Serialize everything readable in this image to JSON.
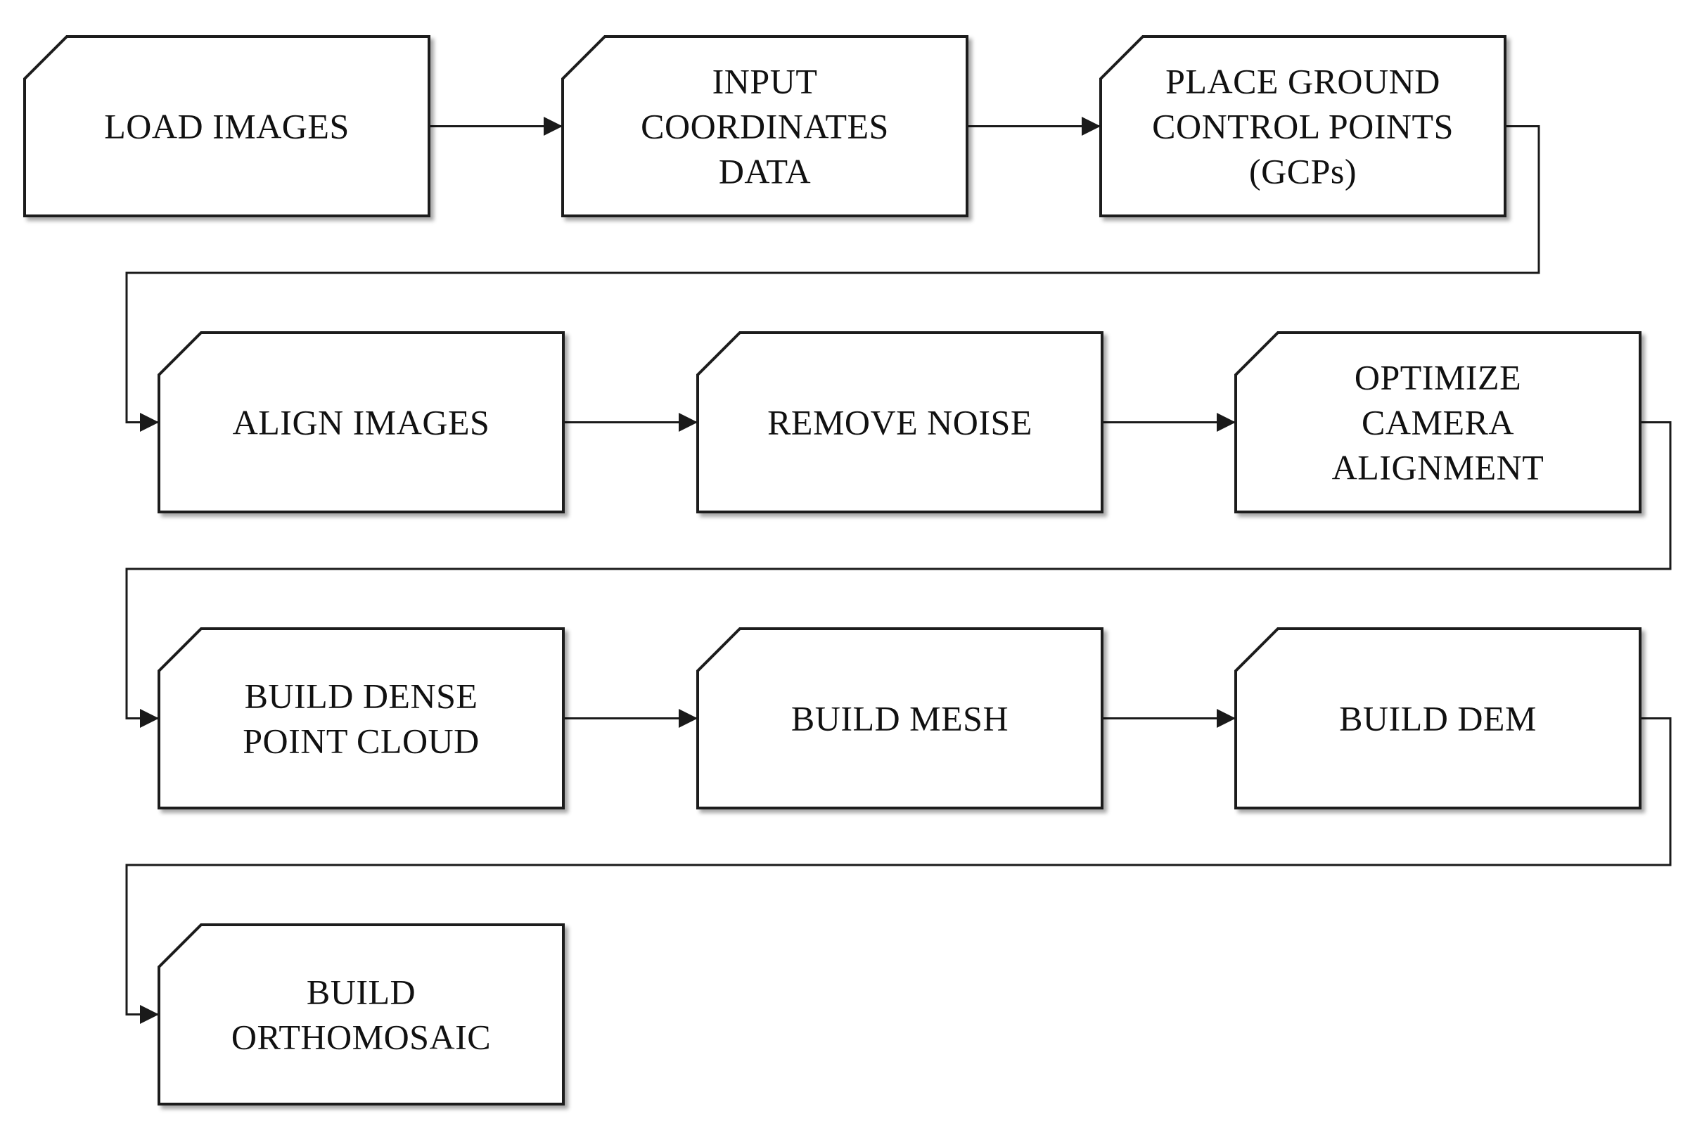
{
  "diagram": {
    "colors": {
      "stroke": "#1a1a1a",
      "box_fill": "#ffffff",
      "text": "#111111",
      "background": "#ffffff"
    },
    "steps": [
      {
        "id": "load-images",
        "lines": [
          "LOAD IMAGES"
        ]
      },
      {
        "id": "input-coordinates-data",
        "lines": [
          "INPUT",
          "COORDINATES",
          "DATA"
        ]
      },
      {
        "id": "place-ground-control-points",
        "lines": [
          "PLACE GROUND",
          "CONTROL POINTS",
          "(GCPs)"
        ]
      },
      {
        "id": "align-images",
        "lines": [
          "ALIGN IMAGES"
        ]
      },
      {
        "id": "remove-noise",
        "lines": [
          "REMOVE NOISE"
        ]
      },
      {
        "id": "optimize-camera-alignment",
        "lines": [
          "OPTIMIZE",
          "CAMERA",
          "ALIGNMENT"
        ]
      },
      {
        "id": "build-dense-point-cloud",
        "lines": [
          "BUILD DENSE",
          "POINT CLOUD"
        ]
      },
      {
        "id": "build-mesh",
        "lines": [
          "BUILD MESH"
        ]
      },
      {
        "id": "build-dem",
        "lines": [
          "BUILD DEM"
        ]
      },
      {
        "id": "build-orthomosaic",
        "lines": [
          "BUILD",
          "ORTHOMOSAIC"
        ]
      }
    ],
    "connections": [
      [
        "load-images",
        "input-coordinates-data"
      ],
      [
        "input-coordinates-data",
        "place-ground-control-points"
      ],
      [
        "place-ground-control-points",
        "align-images"
      ],
      [
        "align-images",
        "remove-noise"
      ],
      [
        "remove-noise",
        "optimize-camera-alignment"
      ],
      [
        "optimize-camera-alignment",
        "build-dense-point-cloud"
      ],
      [
        "build-dense-point-cloud",
        "build-mesh"
      ],
      [
        "build-mesh",
        "build-dem"
      ],
      [
        "build-dem",
        "build-orthomosaic"
      ]
    ]
  }
}
